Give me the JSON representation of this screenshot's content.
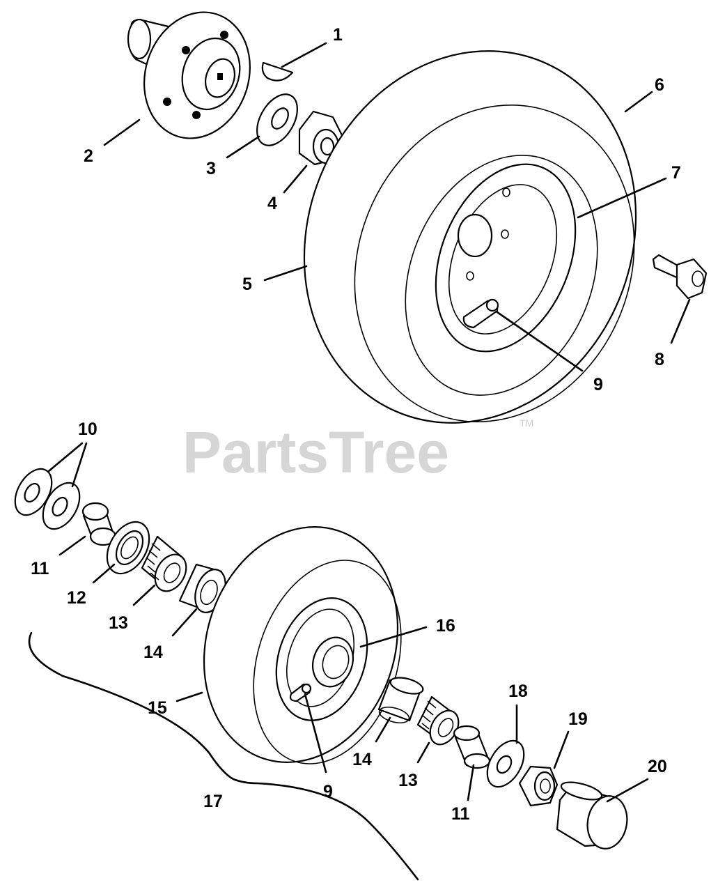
{
  "diagram": {
    "watermark": "PartsTree",
    "trademark": "TM",
    "callouts": {
      "c1": "1",
      "c2": "2",
      "c3": "3",
      "c4": "4",
      "c5": "5",
      "c6": "6",
      "c7": "7",
      "c8": "8",
      "c9a": "9",
      "c9b": "9",
      "c10": "10",
      "c11a": "11",
      "c11b": "11",
      "c12": "12",
      "c13a": "13",
      "c13b": "13",
      "c14a": "14",
      "c14b": "14",
      "c15": "15",
      "c16": "16",
      "c17": "17",
      "c18": "18",
      "c19": "19",
      "c20": "20"
    }
  }
}
